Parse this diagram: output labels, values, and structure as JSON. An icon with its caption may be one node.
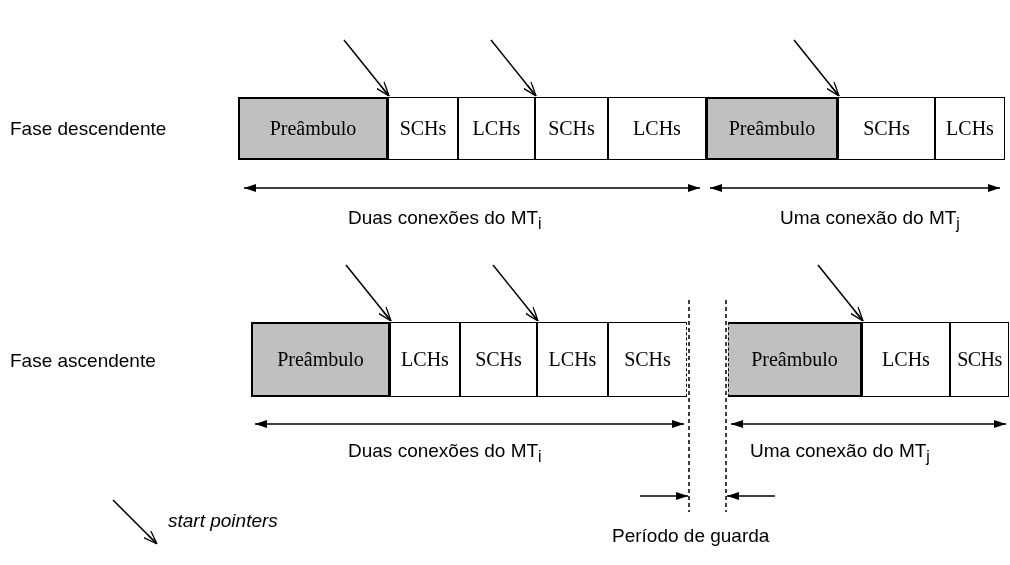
{
  "diagram": {
    "nodes": [
      {
        "text": [
          "Preâmbulo"
        ]
      },
      {
        "text": [
          "SCHs"
        ]
      },
      {
        "text": [
          "LCHs"
        ]
      },
      {
        "text": [
          "SCHs"
        ]
      },
      {
        "text": [
          "LCHs"
        ]
      },
      {
        "text": [
          "Preâmbulo"
        ]
      },
      {
        "text": [
          "SCHs"
        ]
      },
      {
        "text": [
          "LCHs"
        ]
      },
      {
        "text": [
          "Preâmbulo"
        ]
      },
      {
        "text": [
          "LCHs"
        ]
      },
      {
        "text": [
          "SCHs"
        ]
      },
      {
        "text": [
          "LCHs"
        ]
      },
      {
        "text": [
          "SCHs"
        ]
      },
      {
        "text": [
          "Preâmbulo"
        ]
      },
      {
        "text": [
          "LCHs"
        ]
      },
      {
        "text": [
          "SCHs"
        ]
      }
    ],
    "edges": [
      {
        "from": null,
        "to": 1,
        "arrow": "to"
      },
      {
        "from": null,
        "to": 3,
        "arrow": "to"
      },
      {
        "from": null,
        "to": 6,
        "arrow": "to"
      },
      {
        "from": null,
        "to": 9,
        "arrow": "to"
      },
      {
        "from": null,
        "to": 11,
        "arrow": "to"
      },
      {
        "from": null,
        "to": 14,
        "arrow": "to"
      }
    ],
    "labels": [
      "Fase descendente",
      "Duas conexões do MT$_{i}$",
      "Uma conexão do MT$_{j}$",
      "Fase ascendente",
      "Duas conexões do MT$_{i}$",
      "Uma conexão do MT$_{j}$",
      "Período de guarda"
    ],
    "legend": [
      {
        "text": "start pointers"
      }
    ]
  }
}
